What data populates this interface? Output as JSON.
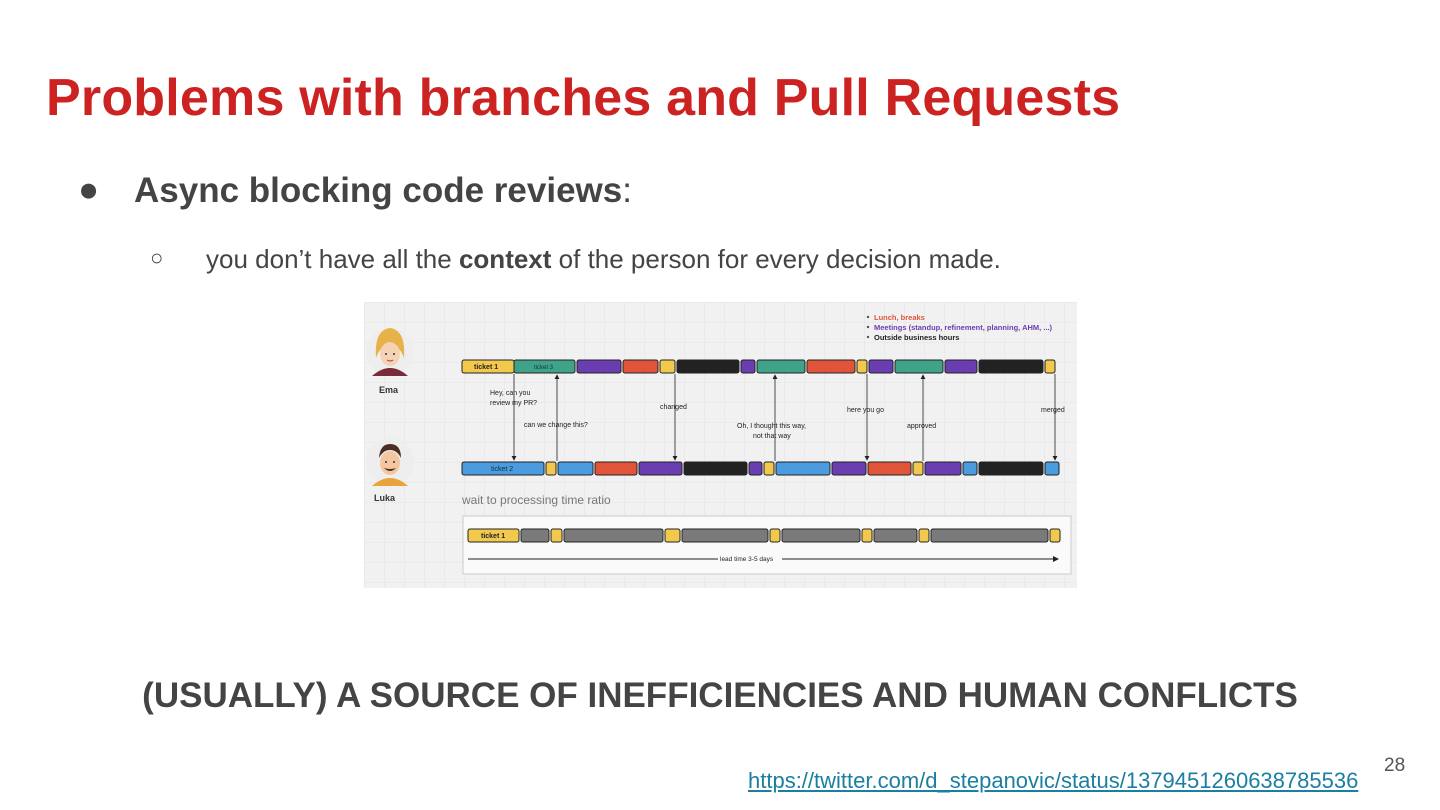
{
  "slide": {
    "title": "Problems with branches and Pull Requests",
    "bullet1_bold": "Async blocking code reviews",
    "bullet1_rest": ":",
    "bullet2_before": "you don’t have all the ",
    "bullet2_bold": "context",
    "bullet2_after": " of the person for every decision made.",
    "conclusion": "(USUALLY) A SOURCE OF INEFFICIENCIES AND HUMAN CONFLICTS",
    "link": "https://twitter.com/d_stepanovic/status/1379451260638785536",
    "page_number": "28"
  },
  "figure": {
    "legend": [
      {
        "label": "Lunch, breaks",
        "color": "#e0553a"
      },
      {
        "label": "Meetings (standup, refinement, planning, AHM, ...)",
        "color": "#6a3db0"
      },
      {
        "label": "Outside business hours",
        "color": "#222222"
      }
    ],
    "people": {
      "ema": "Ema",
      "luka": "Luka"
    },
    "ema_ticket1": "ticket 1",
    "ema_ticket3": "ticket 3",
    "luka_ticket2": "ticket 2",
    "messages": {
      "review_request": "Hey, can you review my PR?",
      "review_request_l1": "Hey, can you",
      "review_request_l2": "review my PR?",
      "change_request": "can we change this?",
      "changed": "changed",
      "thought_l1": "Oh, I thought this way,",
      "thought_l2": "not that way",
      "here_you_go": "here you go",
      "approved": "approved",
      "merged": "merged"
    },
    "ratio_label": "wait to processing time ratio",
    "ratio_ticket": "ticket 1",
    "lead_time": "lead time 3-5 days",
    "colors": {
      "yellow": "#f2c94c",
      "teal": "#3fa38a",
      "purple": "#6a3db0",
      "red": "#e0553a",
      "black": "#222222",
      "blue": "#4a9be0",
      "gray": "#7a7a7a"
    }
  }
}
